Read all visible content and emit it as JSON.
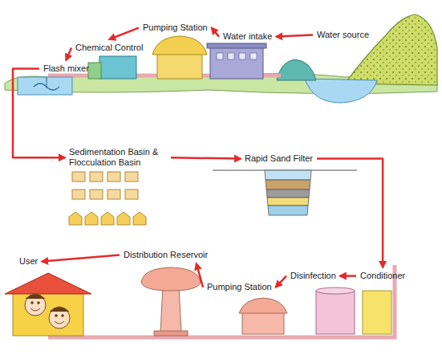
{
  "diagram": {
    "nodes": [
      {
        "text": [
          "Water source"
        ]
      },
      {
        "text": [
          "Water intake"
        ]
      },
      {
        "text": [
          "Pumping Station"
        ]
      },
      {
        "text": [
          "Chemical Control"
        ]
      },
      {
        "text": [
          "Flash mixer"
        ]
      },
      {
        "text": [
          "Sedimentation Basin & Flocculation Basin"
        ]
      },
      {
        "text": [
          "Rapid Sand Filter"
        ]
      },
      {
        "text": [
          "Conditioner"
        ]
      },
      {
        "text": [
          "Disinfection"
        ]
      },
      {
        "text": [
          "Pumping Station"
        ]
      },
      {
        "text": [
          "Distribution Reservoir"
        ]
      },
      {
        "text": [
          "User"
        ]
      }
    ],
    "edges": [
      {
        "from": 0,
        "to": 1,
        "arrow": "to"
      },
      {
        "from": 1,
        "to": 2,
        "arrow": "to"
      },
      {
        "from": 2,
        "to": 3,
        "arrow": "to"
      },
      {
        "from": 3,
        "to": 4,
        "arrow": "to"
      },
      {
        "from": 4,
        "to": 5,
        "arrow": "to"
      },
      {
        "from": 5,
        "to": 6,
        "arrow": "to"
      },
      {
        "from": 6,
        "to": 7,
        "arrow": "to"
      },
      {
        "from": 7,
        "to": 8,
        "arrow": "to"
      },
      {
        "from": 8,
        "to": 9,
        "arrow": "to"
      },
      {
        "from": 9,
        "to": 10,
        "arrow": "to"
      },
      {
        "from": 10,
        "to": 11,
        "arrow": "to"
      }
    ]
  }
}
